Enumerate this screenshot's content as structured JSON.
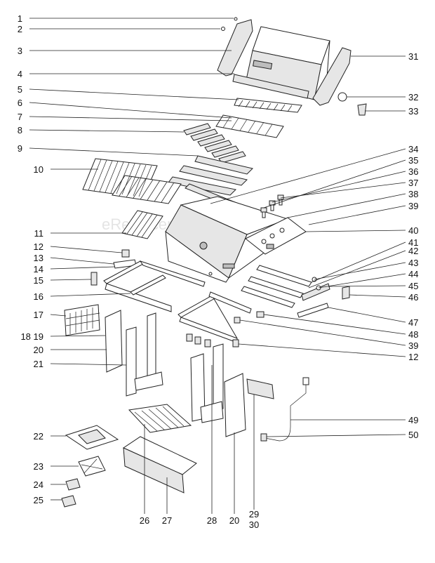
{
  "diagram": {
    "watermark": "eReplacementParts.com",
    "callouts_left": [
      {
        "label": "1"
      },
      {
        "label": "2"
      },
      {
        "label": "3"
      },
      {
        "label": "4"
      },
      {
        "label": "5"
      },
      {
        "label": "6"
      },
      {
        "label": "7"
      },
      {
        "label": "8"
      },
      {
        "label": "9"
      },
      {
        "label": "10"
      },
      {
        "label": "11"
      },
      {
        "label": "12"
      },
      {
        "label": "13"
      },
      {
        "label": "14"
      },
      {
        "label": "15"
      },
      {
        "label": "16"
      },
      {
        "label": "17"
      },
      {
        "label": "18 19"
      },
      {
        "label": "20"
      },
      {
        "label": "21"
      },
      {
        "label": "22"
      },
      {
        "label": "23"
      },
      {
        "label": "24"
      },
      {
        "label": "25"
      }
    ],
    "callouts_right": [
      {
        "label": "31"
      },
      {
        "label": "32"
      },
      {
        "label": "33"
      },
      {
        "label": "34"
      },
      {
        "label": "35"
      },
      {
        "label": "36"
      },
      {
        "label": "37"
      },
      {
        "label": "38"
      },
      {
        "label": "39"
      },
      {
        "label": "40"
      },
      {
        "label": "41"
      },
      {
        "label": "42"
      },
      {
        "label": "43"
      },
      {
        "label": "44"
      },
      {
        "label": "45"
      },
      {
        "label": "46"
      },
      {
        "label": "47"
      },
      {
        "label": "48"
      },
      {
        "label": "39"
      },
      {
        "label": "12"
      },
      {
        "label": "49"
      },
      {
        "label": "50"
      }
    ],
    "callouts_bottom": [
      {
        "label": "26"
      },
      {
        "label": "27"
      },
      {
        "label": "28"
      },
      {
        "label": "20"
      },
      {
        "label": "29"
      },
      {
        "label": "30"
      }
    ]
  }
}
